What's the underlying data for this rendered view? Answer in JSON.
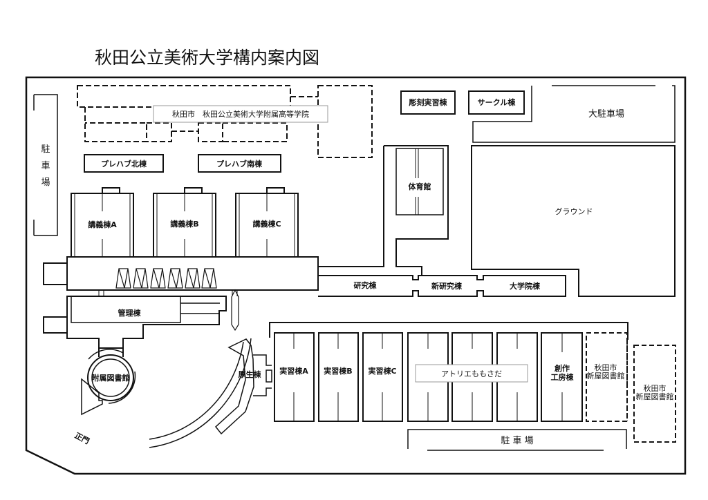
{
  "title": "秋田公立美術大学構内案内図",
  "labels": {
    "parking_left": [
      "駐",
      "車",
      "場"
    ],
    "highschool": "秋田市　秋田公立美術大学附属高等学院",
    "prefab_north": "プレハブ北棟",
    "prefab_south": "プレハブ南棟",
    "sculpture": "彫刻実習棟",
    "circle": "サークル棟",
    "parking_large": "大駐車場",
    "gym": "体育館",
    "ground": "グラウンド",
    "lecture_a": "講義棟A",
    "lecture_b": "講義棟B",
    "lecture_c": "講義棟C",
    "research": "研究棟",
    "new_research": "新研究棟",
    "graduate": "大学院棟",
    "admin": "管理棟",
    "library": "附属図書館",
    "welfare": "厚生棟",
    "practice_a": "実習棟A",
    "practice_b": "実習棟B",
    "practice_c": "実習棟C",
    "atelier": "アトリエももさだ",
    "workshop": [
      "創作",
      "工房棟"
    ],
    "city_library_1": [
      "秋田市",
      "新屋図書館"
    ],
    "city_library_2": [
      "秋田市",
      "新屋図書館"
    ],
    "parking_bottom": "駐 車 場",
    "main_gate": "正門"
  }
}
